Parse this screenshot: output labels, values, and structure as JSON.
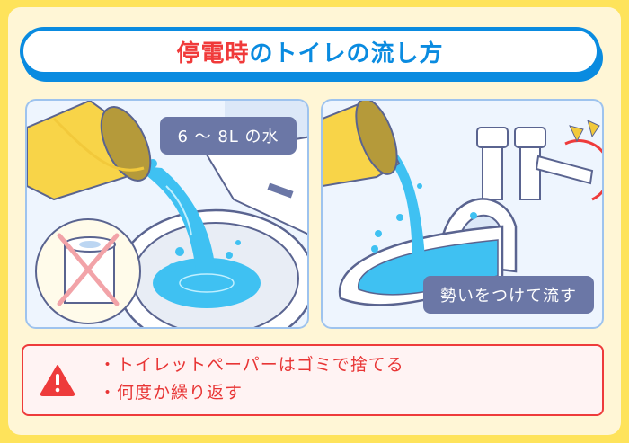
{
  "title": {
    "highlight": "停電時",
    "rest": "のトイレの流し方"
  },
  "panels": [
    {
      "label": "6 ～ 8L の水",
      "scene": "pouring-bucket-into-western-toilet",
      "note_icon": "no-toilet-paper-icon"
    },
    {
      "label": "勢いをつけて流す",
      "scene": "pouring-bucket-into-japanese-squat-toilet",
      "note_icon": "lever-turn-icon"
    }
  ],
  "warning": {
    "icon": "warning-triangle-icon",
    "items": [
      "・トイレットペーパーはゴミで捨てる",
      "・何度か繰り返す"
    ]
  },
  "colors": {
    "frame": "#FEE35B",
    "background": "#FFF6D6",
    "title_accent": "#0A8BE0",
    "title_highlight": "#F03A3A",
    "label_bg": "#6B77A6",
    "warning_red": "#EE3B3B",
    "warning_bg": "#FFF3F3",
    "water": "#3FC1F2",
    "bucket": "#F8D448"
  }
}
